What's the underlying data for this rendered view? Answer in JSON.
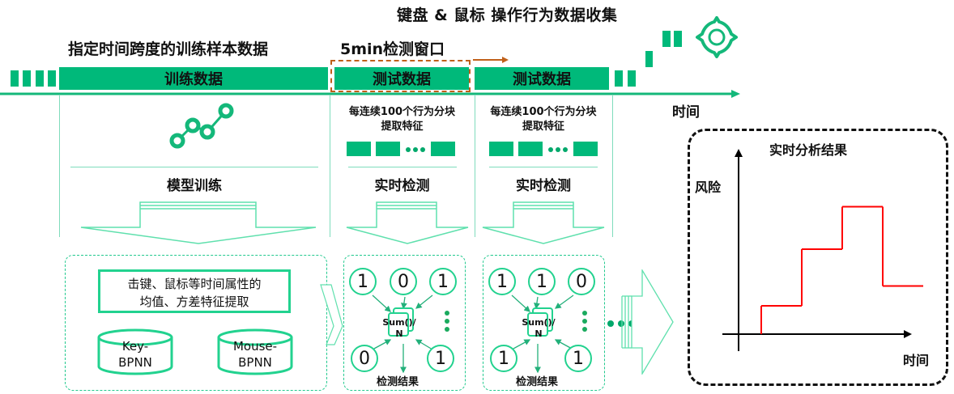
{
  "header": {
    "collection_title": "键盘 & 鼠标 操作行为数据收集",
    "training_span_title": "指定时间跨度的训练样本数据",
    "window_title": "5min检测窗口"
  },
  "timeline": {
    "segments": [
      {
        "label": "训练数据",
        "type": "training"
      },
      {
        "label": "测试数据",
        "type": "test",
        "highlighted": true
      },
      {
        "label": "测试数据",
        "type": "test",
        "highlighted": false
      }
    ],
    "axis_label": "时间",
    "colors": {
      "bar": "#00b97a",
      "window_border": "#c0601a",
      "accent_line": "#7fdcbc",
      "risk_line": "#ff0000"
    }
  },
  "columns": {
    "training": {
      "icon": "line-chart-icon",
      "step_label": "模型训练"
    },
    "test1": {
      "note_line1": "每连续100个行为分块",
      "note_line2": "提取特征",
      "step_label": "实时检测"
    },
    "test2": {
      "note_line1": "每连续100个行为分块",
      "note_line2": "提取特征",
      "step_label": "实时检测"
    }
  },
  "model_panel": {
    "feature_box": [
      "击键、鼠标等时间属性的",
      "均值、方差特征提取"
    ],
    "models": [
      {
        "line1": "Key-",
        "line2": "BPNN"
      },
      {
        "line1": "Mouse-",
        "line2": "BPNN"
      }
    ]
  },
  "detect_panels": [
    {
      "nodes_top": [
        "1",
        "0",
        "1"
      ],
      "nodes_bottom": [
        "0",
        "1"
      ],
      "sum_line1": "Sum()/",
      "sum_line2": "N",
      "result_label": "检测结果"
    },
    {
      "nodes_top": [
        "1",
        "1",
        "0"
      ],
      "nodes_bottom": [
        "1",
        "1"
      ],
      "sum_line1": "Sum()/",
      "sum_line2": "N",
      "result_label": "检测结果"
    }
  ],
  "result_panel": {
    "title": "实时分析结果",
    "y_label": "风险",
    "x_label": "时间"
  },
  "chart_data": {
    "type": "line",
    "title": "实时分析结果",
    "xlabel": "时间",
    "ylabel": "风险",
    "step": true,
    "x": [
      0,
      1,
      2,
      3,
      4,
      5
    ],
    "y": [
      0,
      1,
      3,
      4.5,
      1.7,
      1.7
    ],
    "note": "step function: risk rises in stages then drops; unlabeled axes, relative values"
  }
}
